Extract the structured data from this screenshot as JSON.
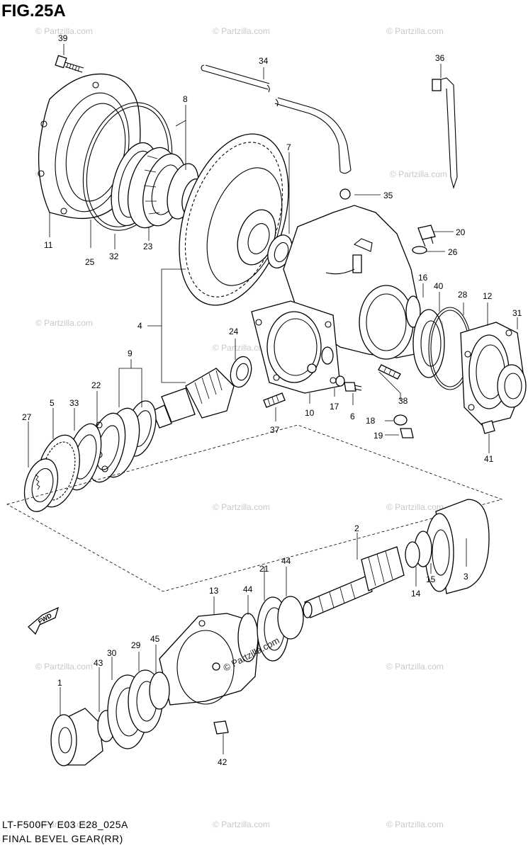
{
  "figure": {
    "title": "FIG.25A",
    "caption_model": "LT-F500FY E03 E28_025A",
    "caption_name": "FINAL BEVEL GEAR(RR)",
    "watermark": "© Partzilla.com",
    "center_watermark": "© Partzilla.com"
  },
  "callouts": [
    "39",
    "34",
    "36",
    "8",
    "7",
    "35",
    "20",
    "26",
    "11",
    "25",
    "32",
    "23",
    "16",
    "40",
    "28",
    "12",
    "31",
    "4",
    "24",
    "9",
    "22",
    "33",
    "5",
    "27",
    "10",
    "17",
    "6",
    "38",
    "18",
    "19",
    "37",
    "41",
    "3",
    "2",
    "15",
    "14",
    "13",
    "44",
    "21",
    "44",
    "29",
    "45",
    "30",
    "43",
    "1",
    "42"
  ],
  "icons": {
    "fwd_arrow": "fwd-arrow-icon"
  }
}
